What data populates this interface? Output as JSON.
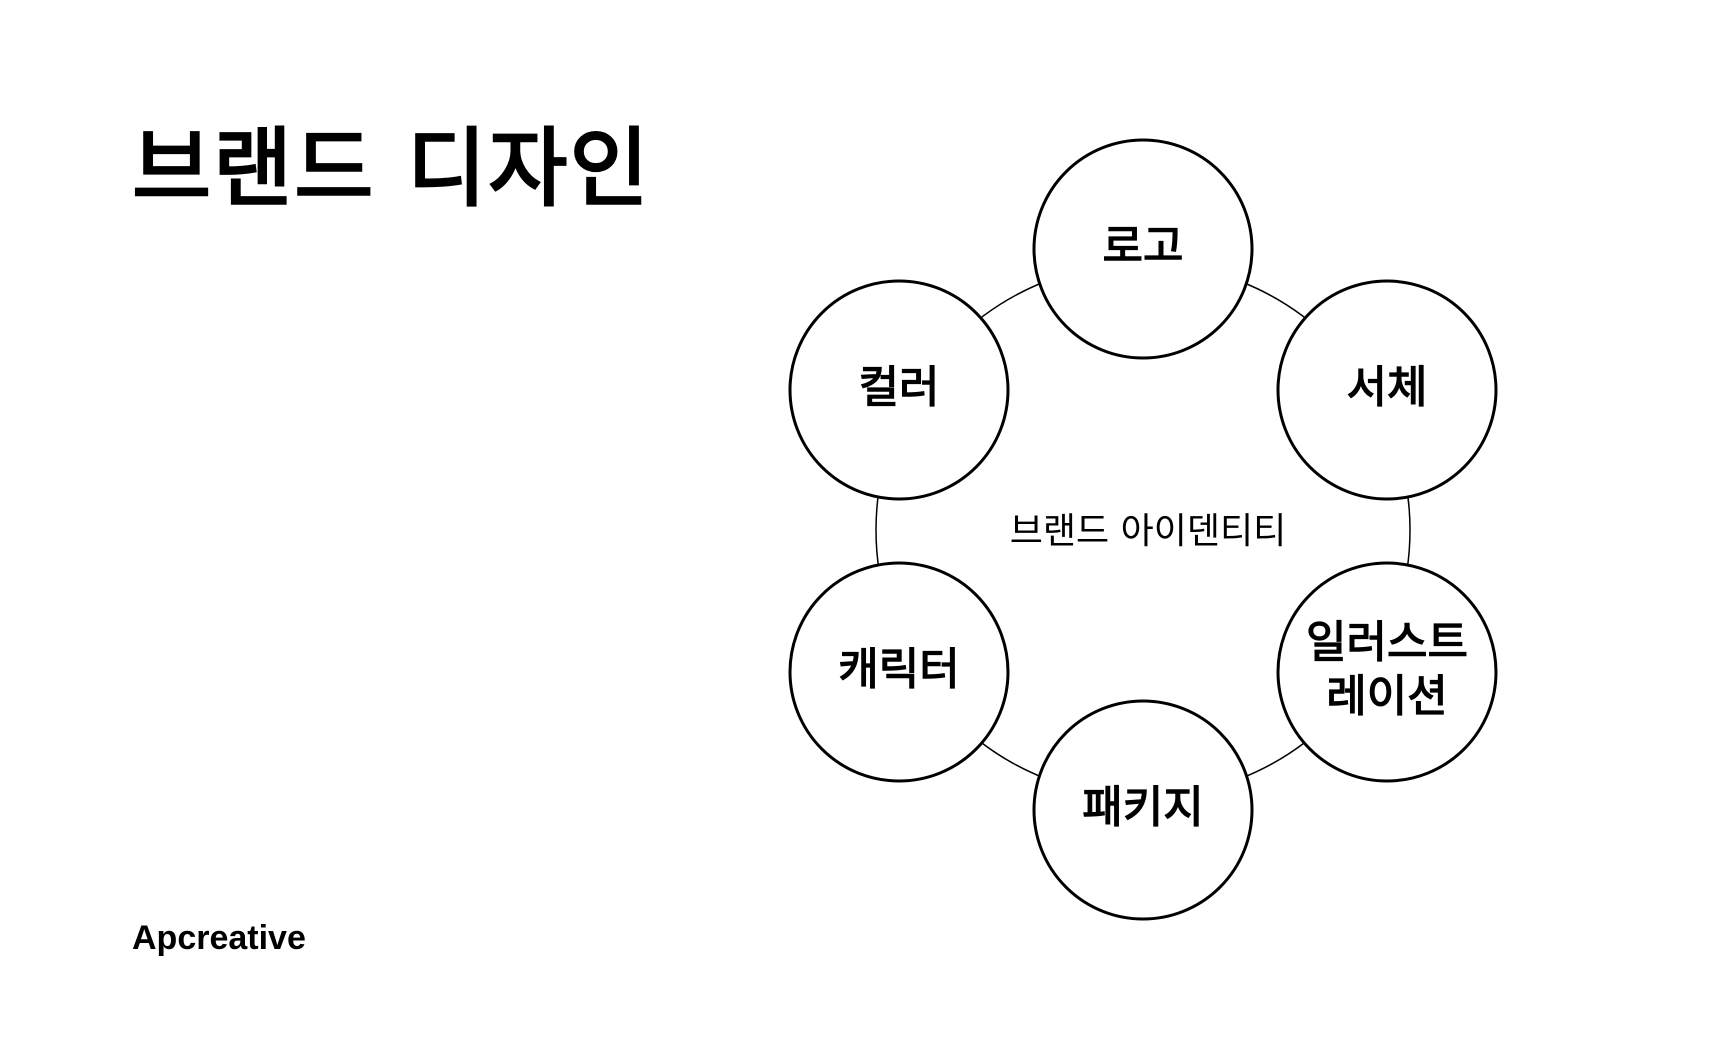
{
  "title": "브랜드 디자인",
  "footer": "Apcreative",
  "diagram": {
    "center_label": "브랜드 아이덴티티",
    "nodes": [
      {
        "id": "logo",
        "lines": [
          "로고"
        ]
      },
      {
        "id": "typeface",
        "lines": [
          "서체"
        ]
      },
      {
        "id": "illustration",
        "lines": [
          "일러스트",
          "레이션"
        ]
      },
      {
        "id": "package",
        "lines": [
          "패키지"
        ]
      },
      {
        "id": "character",
        "lines": [
          "캐릭터"
        ]
      },
      {
        "id": "color",
        "lines": [
          "컬러"
        ]
      }
    ],
    "colors": {
      "stroke": "#000000",
      "fill": "#ffffff",
      "text": "#000000"
    }
  }
}
